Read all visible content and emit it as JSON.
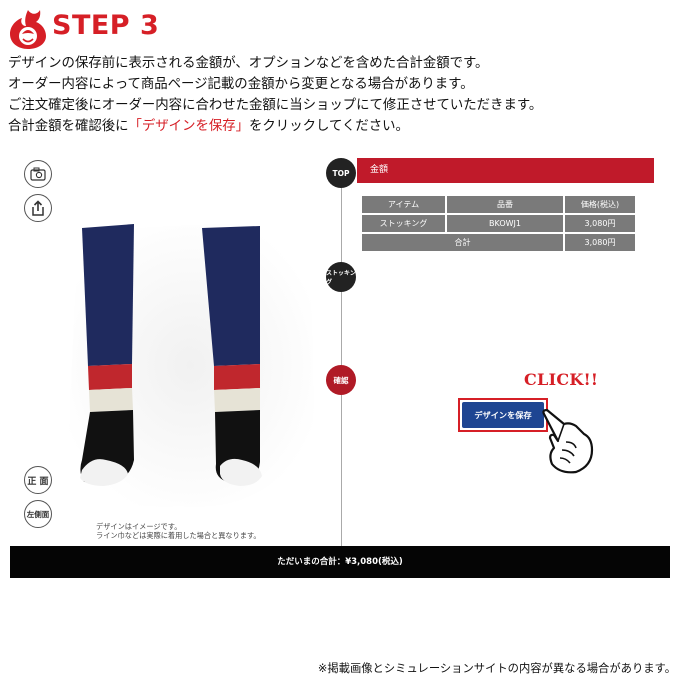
{
  "header": {
    "title": "STEP 3",
    "brand_color": "#d61f26"
  },
  "instructions": {
    "line1": "デザインの保存前に表示される金額が、オプションなどを含めた合計金額です。",
    "line2": "オーダー内容によって商品ページ記載の金額から変更となる場合があります。",
    "line3": "ご注文確定後にオーダー内容に合わせた金額に当ショップにて修正させていただきます。",
    "line4_prefix": "合計金額を確認後に",
    "line4_highlight": "「デザインを保存」",
    "line4_suffix": "をクリックしてください。"
  },
  "views": {
    "front_label": "正 面",
    "side_label": "左側面"
  },
  "preview_notes": {
    "line1": "デザインはイメージです。",
    "line2": "ライン巾などは実際に着用した場合と異なります。"
  },
  "steps": {
    "top_label": "TOP",
    "stocking_label": "ストッキング",
    "confirm_label": "確認",
    "top_color": "#222222",
    "stocking_color": "#222222",
    "confirm_color": "#b01a26"
  },
  "price_section": {
    "header": "金額",
    "columns": [
      "アイテム",
      "品番",
      "価格(税込)"
    ],
    "rows": [
      {
        "item": "ストッキング",
        "code": "BKOWJ1",
        "price": "3,080円"
      }
    ],
    "total_label": "合計",
    "total_value": "3,080円"
  },
  "save_button": {
    "label": "デザインを保存"
  },
  "click_callout": "CLICK!!",
  "bottom_bar": {
    "total_text": "ただいまの合計：¥3,080(税込)"
  },
  "footnote": "※掲載画像とシミュレーションサイトの内容が異なる場合があります。",
  "icons": [
    "flame-logo-icon",
    "camera-icon",
    "share-icon",
    "pointing-hand-icon"
  ],
  "sock_colors": {
    "top": "#1f2a5e",
    "stripe_red": "#c0272d",
    "stripe_cream": "#e6e3d6",
    "foot": "#111111",
    "toe": "#f2f2f2"
  }
}
